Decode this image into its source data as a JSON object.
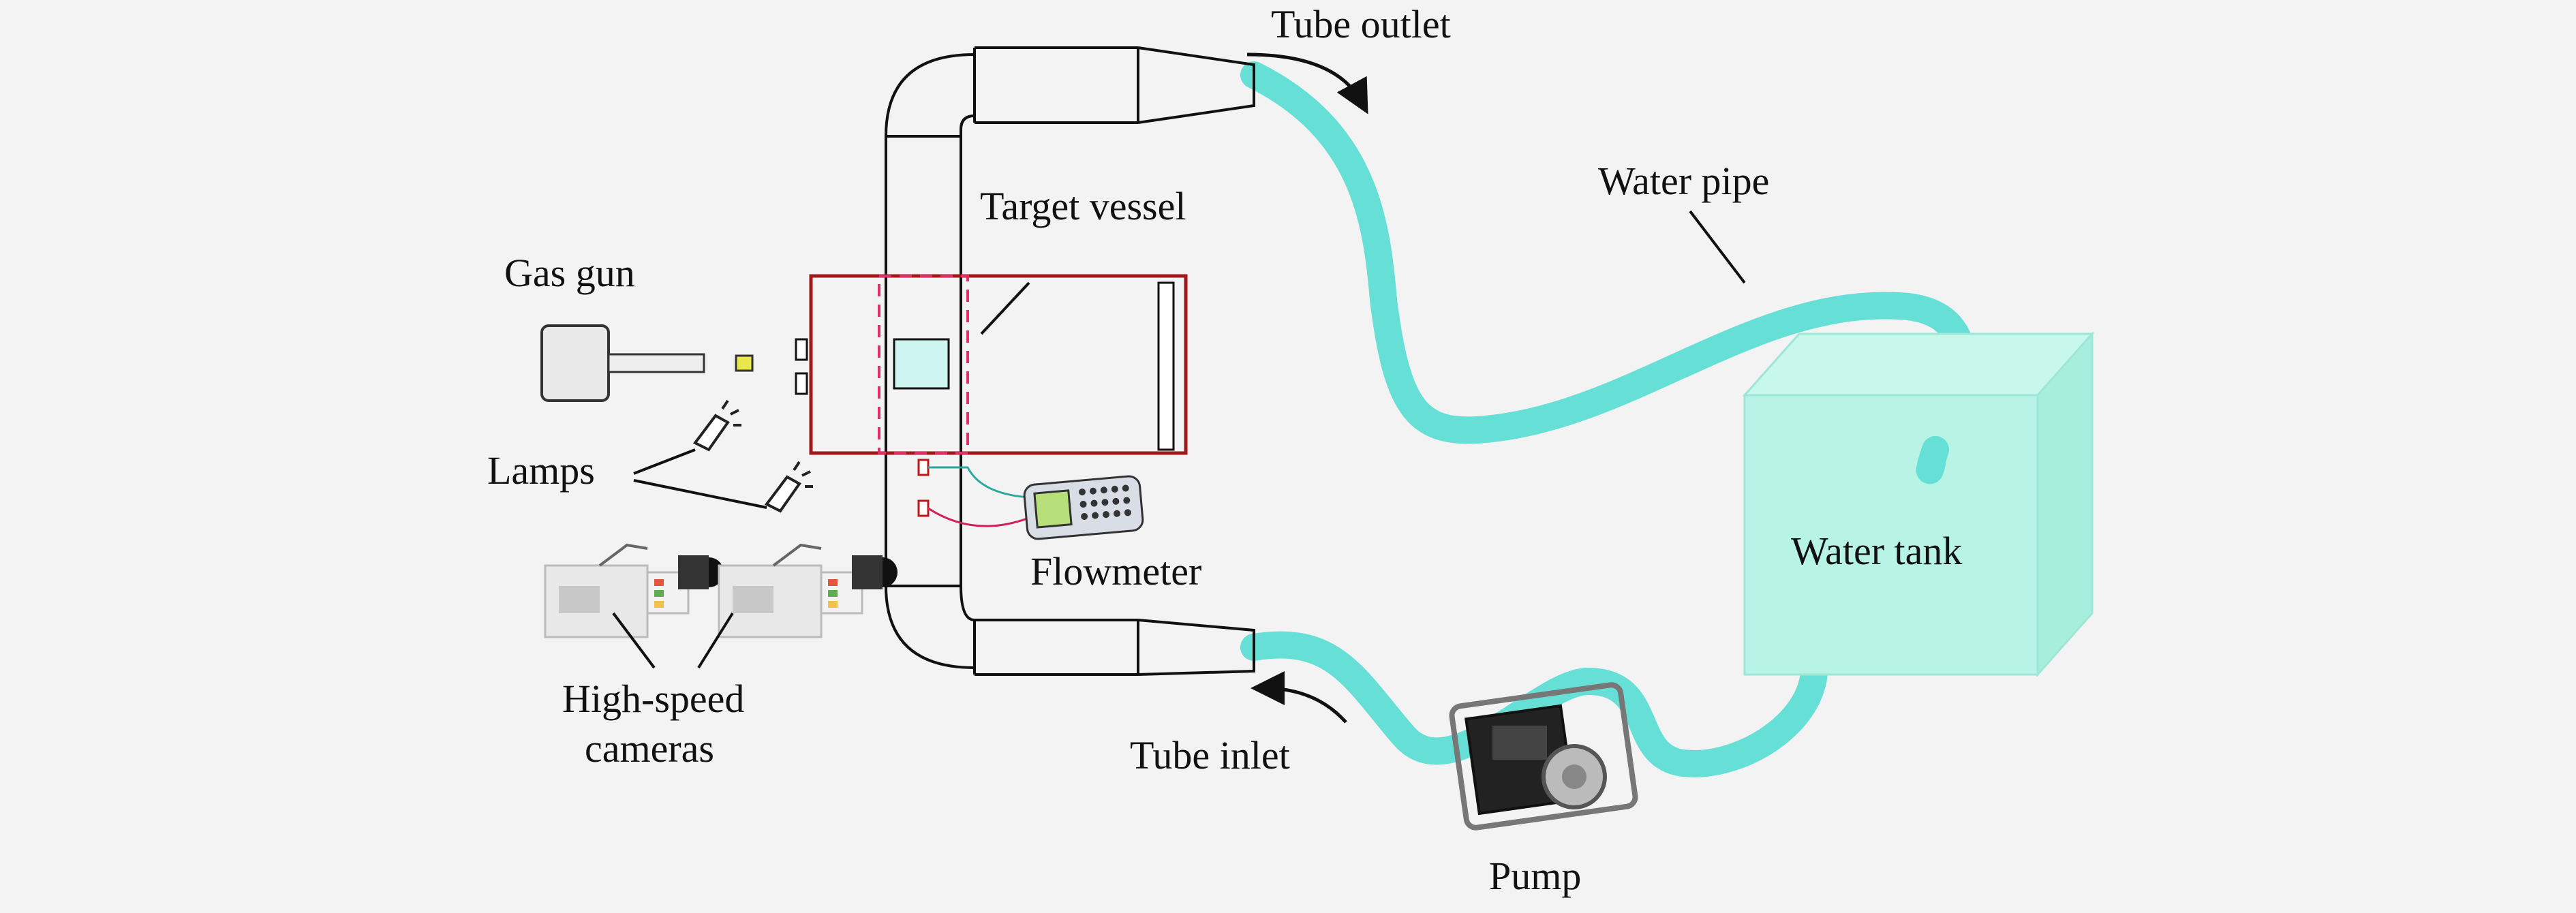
{
  "labels": {
    "tube_outlet": "Tube outlet",
    "water_pipe": "Water pipe",
    "target_vessel": "Target vessel",
    "gas_gun": "Gas gun",
    "lamps": "Lamps",
    "flowmeter": "Flowmeter",
    "high_speed_cameras_line1": "High-speed",
    "high_speed_cameras_line2": "cameras",
    "water_tank": "Water tank",
    "tube_inlet": "Tube inlet",
    "pump": "Pump"
  },
  "colors": {
    "background": "#f3f3f3",
    "water": "#66e0d6",
    "tank_fill": "#b8f4e6",
    "vessel_frame": "#a01818",
    "dashed_window": "#e0306a",
    "target_panel": "#cdf5f1",
    "projectile": "#e8e84a"
  }
}
